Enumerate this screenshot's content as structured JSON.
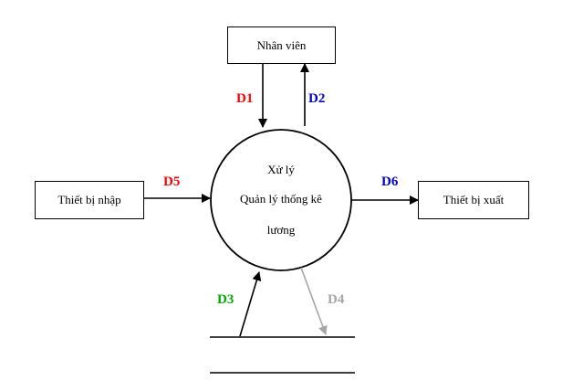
{
  "entities": {
    "employee": "Nhân viên",
    "input_device": "Thiết bị nhập",
    "output_device": "Thiết bị xuất"
  },
  "process": {
    "line1": "Xử lý",
    "line2": "Quản lý thống kê",
    "line3": "lương"
  },
  "flows": {
    "d1": {
      "label": "D1",
      "color": "#ff0000"
    },
    "d2": {
      "label": "D2",
      "color": "#0000cc"
    },
    "d3": {
      "label": "D3",
      "color": "#00aa00"
    },
    "d4": {
      "label": "D4",
      "color": "#a6a6a6"
    },
    "d5": {
      "label": "D5",
      "color": "#ff0000"
    },
    "d6": {
      "label": "D6",
      "color": "#0000cc"
    }
  }
}
